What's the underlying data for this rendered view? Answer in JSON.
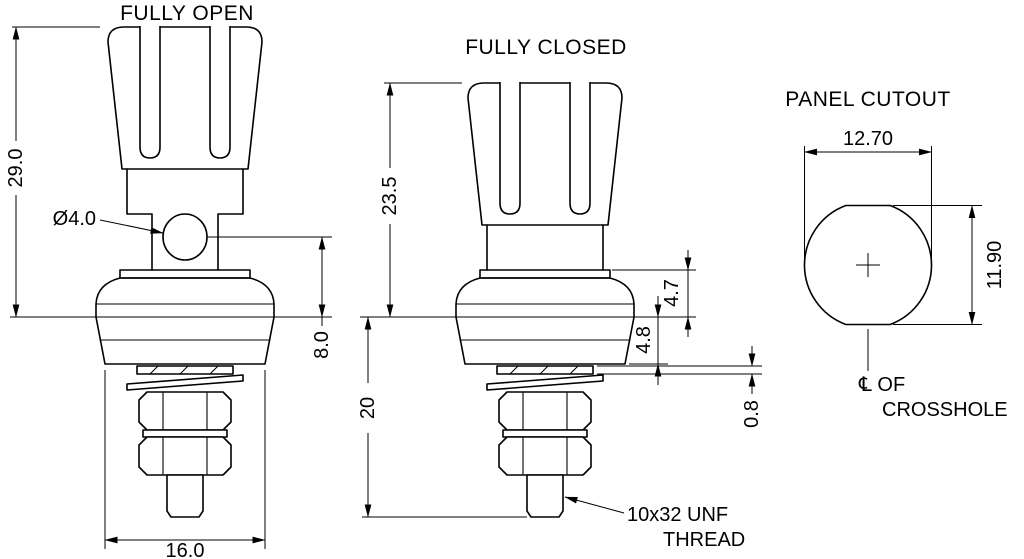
{
  "fully_open": {
    "title": "FULLY OPEN",
    "dim_total_height": "29.0",
    "dim_crosshole_dia": "Ø4.0",
    "dim_crosshole_height": "8.0",
    "dim_base_width": "16.0"
  },
  "fully_closed": {
    "title": "FULLY CLOSED",
    "dim_closed_height": "23.5",
    "dim_below_panel": "20",
    "dim_bushing_above_panel": "4.7",
    "dim_bushing_below_panel": "4.8",
    "dim_washer_thickness": "0.8",
    "thread_note_line1": "10x32 UNF",
    "thread_note_line2": "THREAD"
  },
  "panel_cutout": {
    "title": "PANEL CUTOUT",
    "dim_cutout_width": "12.70",
    "dim_cutout_height": "11.90",
    "centerline_note_line1": "℄ OF",
    "centerline_note_line2": "CROSSHOLE"
  }
}
